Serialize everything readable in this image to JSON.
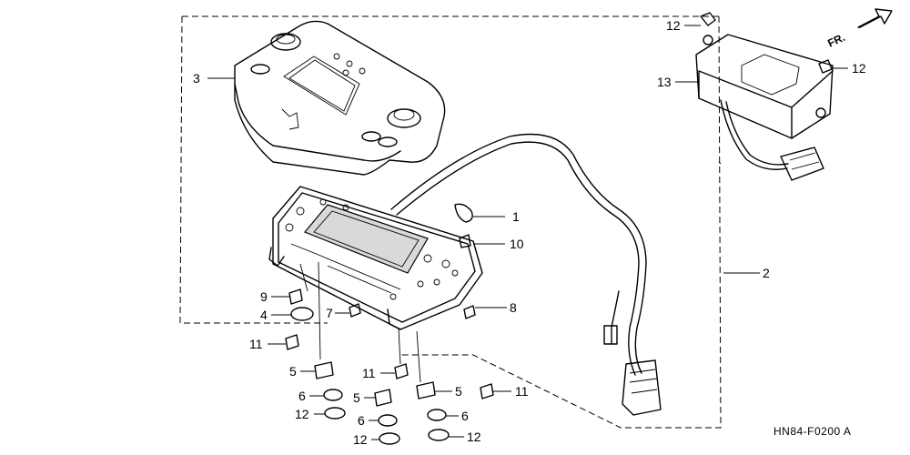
{
  "diagram": {
    "code": "HN84-F0200 A",
    "front_marker": "FR.",
    "callouts": [
      {
        "id": "c1",
        "text": "1"
      },
      {
        "id": "c10",
        "text": "10"
      },
      {
        "id": "c2",
        "text": "2"
      },
      {
        "id": "c3",
        "text": "3"
      },
      {
        "id": "c8",
        "text": "8"
      },
      {
        "id": "c9",
        "text": "9"
      },
      {
        "id": "c4",
        "text": "4"
      },
      {
        "id": "c7",
        "text": "7"
      },
      {
        "id": "c11a",
        "text": "11"
      },
      {
        "id": "c5a",
        "text": "5"
      },
      {
        "id": "c6a",
        "text": "6"
      },
      {
        "id": "c12a",
        "text": "12"
      },
      {
        "id": "c11b",
        "text": "11"
      },
      {
        "id": "c5b",
        "text": "5"
      },
      {
        "id": "c6b",
        "text": "6"
      },
      {
        "id": "c12b",
        "text": "12"
      },
      {
        "id": "c5c",
        "text": "5"
      },
      {
        "id": "c11c",
        "text": "11"
      },
      {
        "id": "c6c",
        "text": "6"
      },
      {
        "id": "c12c",
        "text": "12"
      },
      {
        "id": "c12d",
        "text": "12"
      },
      {
        "id": "c12e",
        "text": "12"
      },
      {
        "id": "c13",
        "text": "13"
      }
    ]
  }
}
